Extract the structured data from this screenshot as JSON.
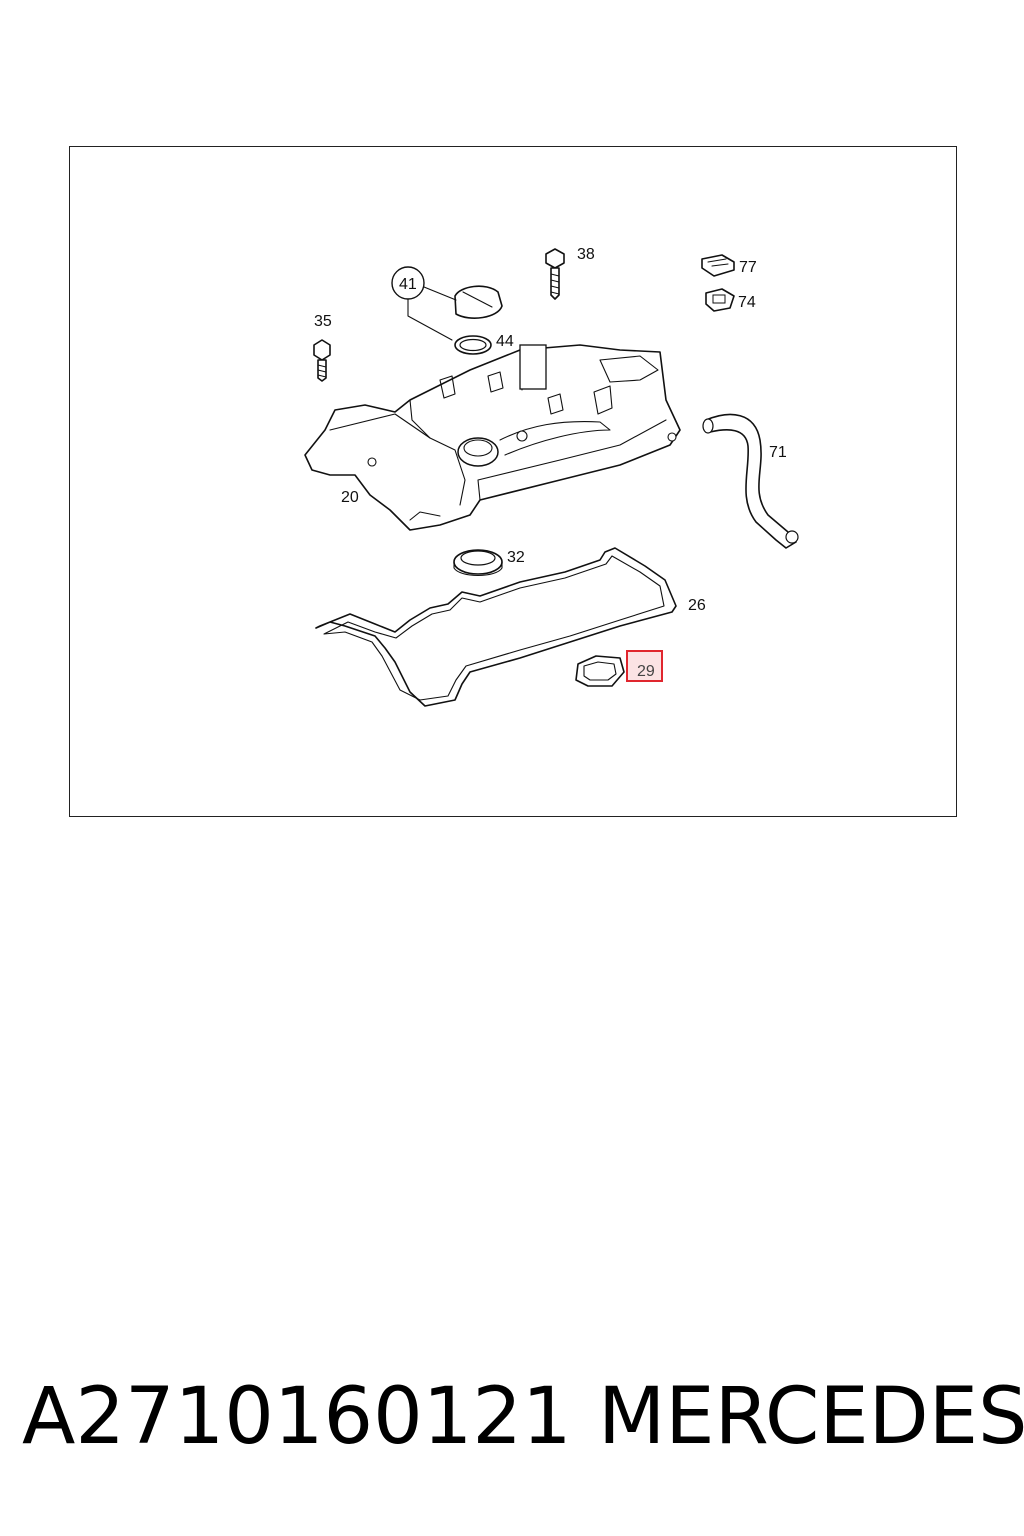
{
  "diagram": {
    "callouts": {
      "c20": "20",
      "c26": "26",
      "c29": "29",
      "c32": "32",
      "c35": "35",
      "c38": "38",
      "c41": "41",
      "c44": "44",
      "c71": "71",
      "c74": "74",
      "c77": "77"
    },
    "highlight_color": "#e0262e",
    "highlight_fill": "#fbe3e4"
  },
  "caption": {
    "part_number": "A2710160121",
    "brand": "MERCEDES"
  }
}
